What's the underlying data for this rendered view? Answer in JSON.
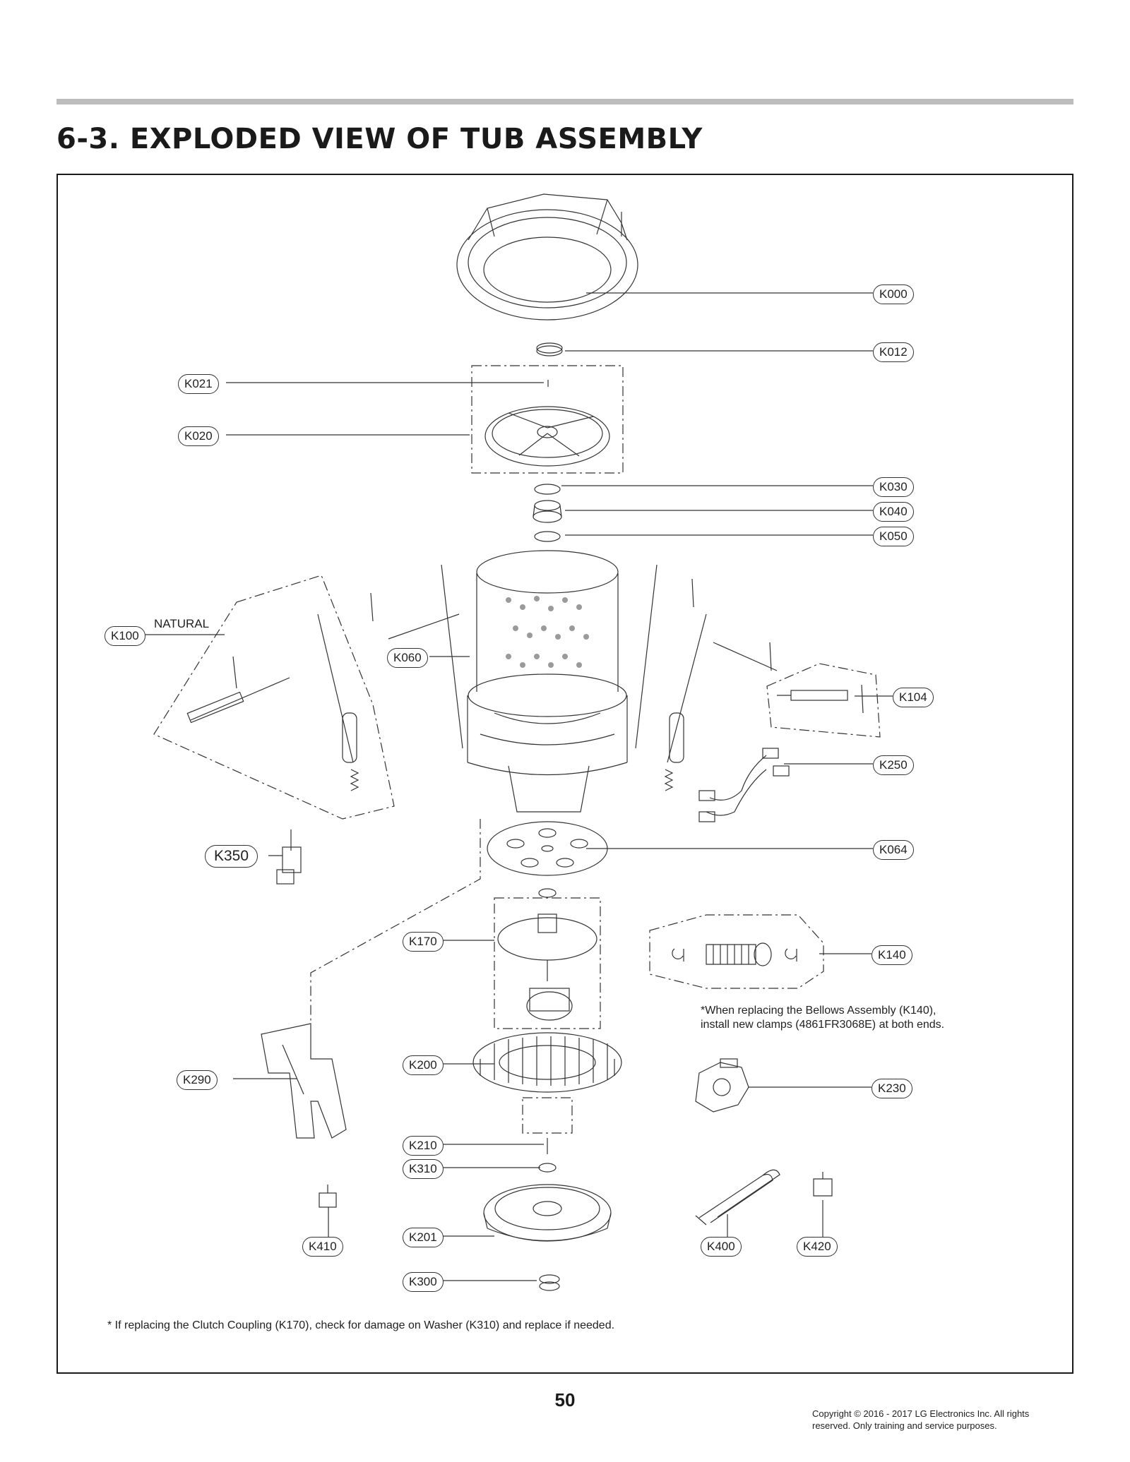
{
  "page": {
    "title": "6-3. EXPLODED VIEW OF TUB ASSEMBLY",
    "page_number": "50",
    "copyright_line1": "Copyright © 2016 - 2017 LG Electronics Inc. All rights",
    "copyright_line2": "reserved. Only training and service purposes."
  },
  "parts": {
    "K000": "K000",
    "K012": "K012",
    "K021": "K021",
    "K020": "K020",
    "K030": "K030",
    "K040": "K040",
    "K050": "K050",
    "K100": "K100",
    "K060": "K060",
    "K104": "K104",
    "K250": "K250",
    "K350": "K350",
    "K064": "K064",
    "K170": "K170",
    "K140": "K140",
    "K200": "K200",
    "K290": "K290",
    "K230": "K230",
    "K210": "K210",
    "K310": "K310",
    "K410": "K410",
    "K201": "K201",
    "K400": "K400",
    "K420": "K420",
    "K300": "K300"
  },
  "labels": {
    "natural": "NATURAL"
  },
  "notes": {
    "bellows_line1": "*When replacing the Bellows Assembly (K140),",
    "bellows_line2": "install new clamps (4861FR3068E) at both ends.",
    "clutch": "* If replacing the Clutch Coupling (K170), check for damage on Washer (K310) and replace if needed."
  }
}
